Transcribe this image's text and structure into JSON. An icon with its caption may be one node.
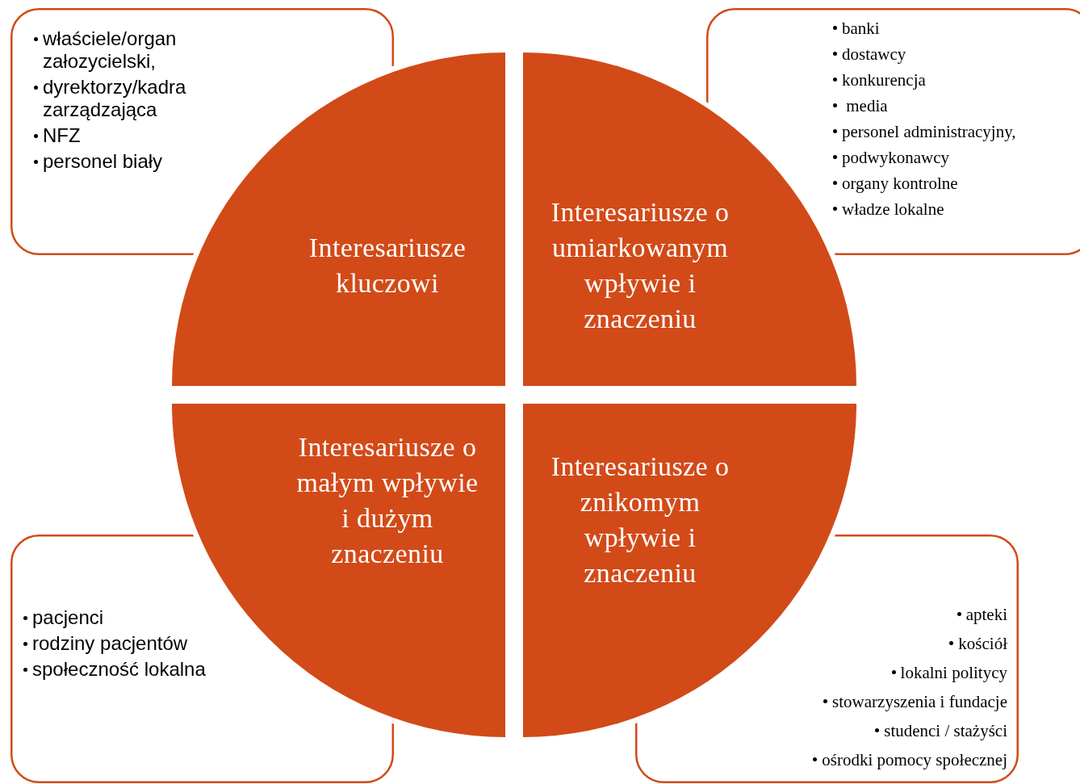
{
  "diagram": {
    "nodes": [
      {
        "text": [
          "właściele/organ załozycielski,",
          "dyrektorzy/kadra zarządzająca",
          "NFZ",
          "personel biały"
        ]
      },
      {
        "text": [
          "Interesariusze kluczowi"
        ]
      },
      {
        "text": [
          "banki",
          "dostawcy",
          "konkurencja",
          " media",
          "personel administracyjny,",
          "podwykonawcy",
          "organy kontrolne",
          "władze lokalne"
        ]
      },
      {
        "text": [
          "Interesariusze o umiarkowanym wpływie i znaczeniu"
        ]
      },
      {
        "text": [
          "Interesariusze o małym wpływie i dużym znaczeniu"
        ]
      },
      {
        "text": [
          "Interesariusze o znikomym wpływie i znaczeniu"
        ]
      },
      {
        "text": [
          "pacjenci",
          "rodziny pacjentów",
          "społeczność lokalna"
        ]
      },
      {
        "text": [
          "apteki",
          "kościół",
          "lokalni politycy",
          "stowarzyszenia i fundacje",
          "studenci / stażyści",
          "ośrodki pomocy społecznej"
        ]
      }
    ]
  }
}
